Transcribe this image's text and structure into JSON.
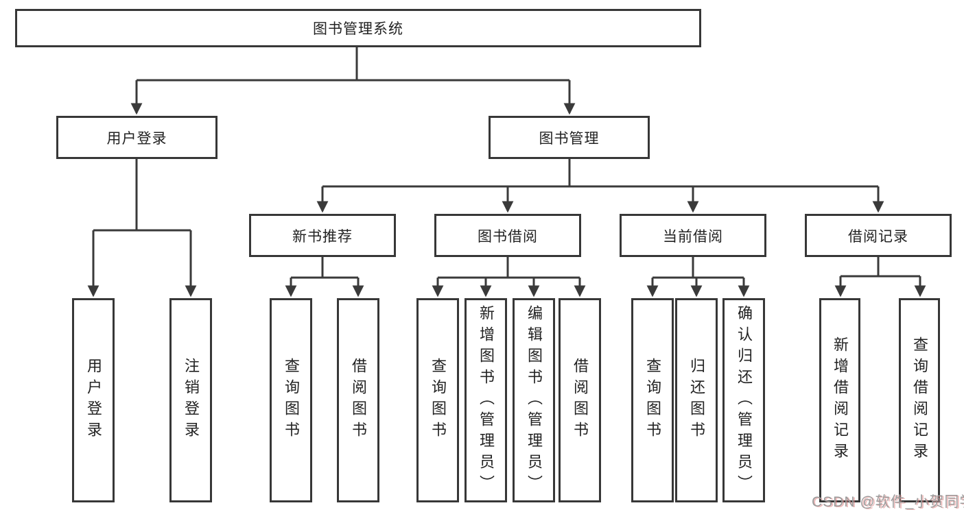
{
  "diagram": {
    "root": {
      "label": "图书管理系统"
    },
    "level2": [
      {
        "label": "用户登录"
      },
      {
        "label": "图书管理"
      }
    ],
    "level3": [
      {
        "label": "新书推荐"
      },
      {
        "label": "图书借阅"
      },
      {
        "label": "当前借阅"
      },
      {
        "label": "借阅记录"
      }
    ],
    "leaves": [
      {
        "label": "用户登录"
      },
      {
        "label": "注销登录"
      },
      {
        "label": "查询图书"
      },
      {
        "label": "借阅图书"
      },
      {
        "label": "查询图书"
      },
      {
        "label": "新增图书（管理员）"
      },
      {
        "label": "编辑图书（管理员）"
      },
      {
        "label": "借阅图书"
      },
      {
        "label": "查询图书"
      },
      {
        "label": "归还图书"
      },
      {
        "label": "确认归还（管理员）"
      },
      {
        "label": "新增借阅记录"
      },
      {
        "label": "查询借阅记录"
      }
    ]
  },
  "watermark": {
    "text": "CSDN @软件_小贺同学"
  },
  "colors": {
    "line": "#3a3a3a",
    "box_border": "#373737",
    "text": "#222222",
    "background": "#ffffff",
    "watermark_gray": "#9c9c9c",
    "watermark_red": "#e08080"
  }
}
